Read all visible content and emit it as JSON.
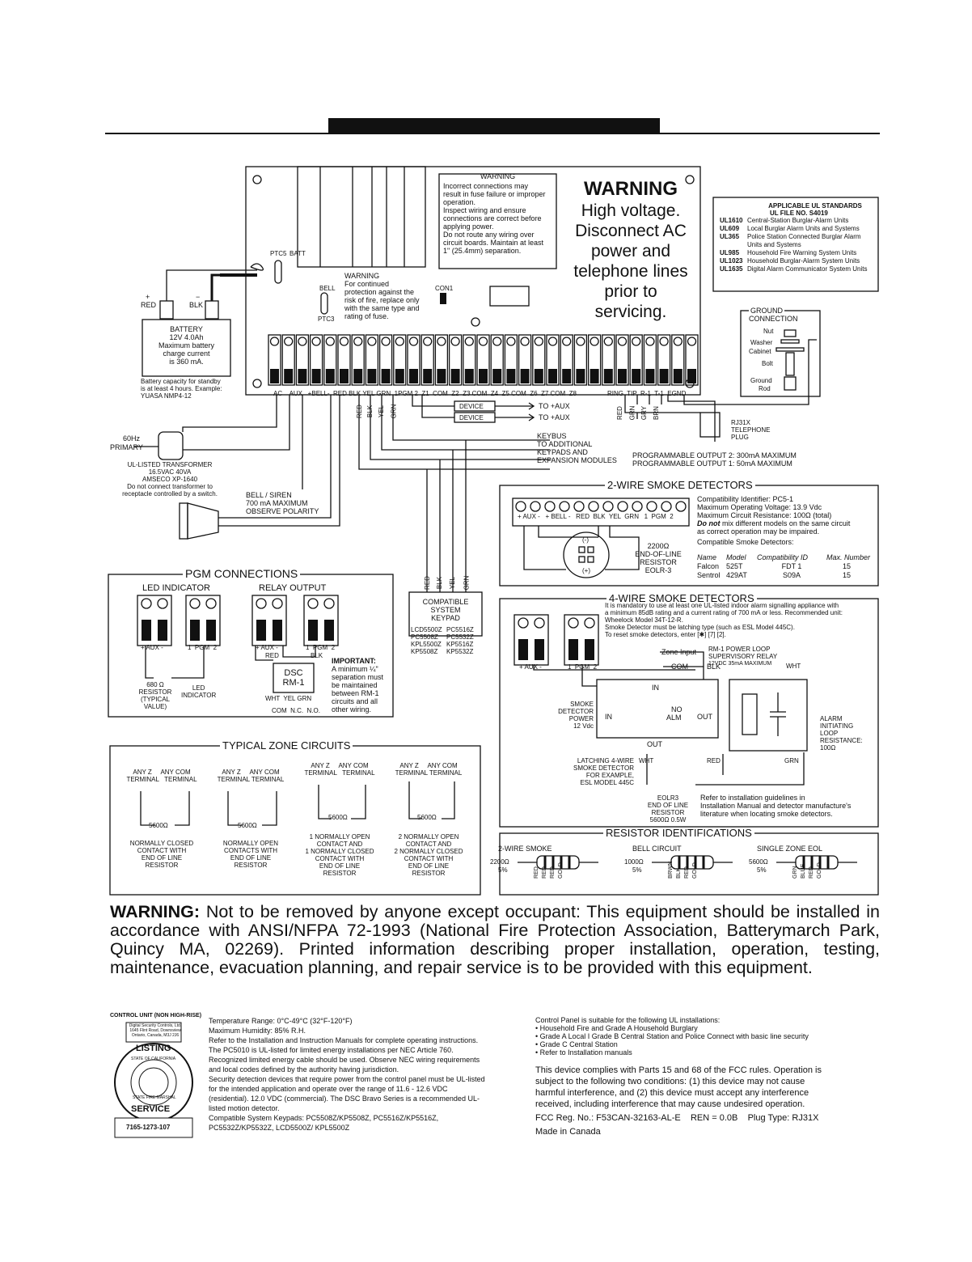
{
  "header": {
    "title_bar": ""
  },
  "panel": {
    "warning_small": {
      "title": "WARNING",
      "lines": [
        "Incorrect connections may",
        "result in fuse failure or improper",
        "operation.",
        "Inspect wiring and ensure",
        "connections are correct before",
        "applying power.",
        "Do not route any wiring over",
        "circuit boards. Maintain at least",
        "1\" (25.4mm) separation."
      ]
    },
    "warning_big": {
      "title": "WARNING",
      "lines": [
        "High voltage.",
        "Disconnect AC",
        "power and",
        "telephone lines",
        "prior to",
        "servicing."
      ]
    },
    "fuse_warning": {
      "title": "WARNING",
      "lines": [
        "For continued",
        "protection against the",
        "risk of fire, replace only",
        "with the same type and",
        "rating of fuse."
      ]
    },
    "labels": {
      "ptc5": "PTC5",
      "batt": "BATT",
      "bell": "BELL",
      "ptc3": "PTC3",
      "con1": "CON1"
    },
    "terminals_left": [
      "AC",
      "AUX",
      "+BELL-",
      "RED",
      "BLK",
      "YEL",
      "GRN",
      "PGM 1",
      "PGM 2",
      "Z1",
      "COM",
      "Z2",
      "Z3",
      "COM",
      "Z4",
      "Z5",
      "COM",
      "Z6",
      "Z7",
      "COM",
      "Z8"
    ],
    "terminal_label_line": "AC    AUX   +BELL-  RED BLK YEL GRN  1PGM 2  Z1  COM  Z2  Z3 COM  Z4  Z5 COM  Z6  Z7 COM  Z8",
    "terminals_right": "RING  TIP  R-1  T-1  EGND"
  },
  "ul_standards": {
    "title": "APPLICABLE UL STANDARDS",
    "file": "UL FILE NO. S4019",
    "rows": [
      {
        "code": "UL1610",
        "desc": "Central-Station Burglar-Alarm Units"
      },
      {
        "code": "UL609",
        "desc": "Local Burglar Alarm Units and Systems"
      },
      {
        "code": "UL365",
        "desc": "Police Station Connected Burglar Alarm"
      },
      {
        "code": "",
        "desc": "Units and Systems"
      },
      {
        "code": "UL985",
        "desc": "Household Fire Warning System Units"
      },
      {
        "code": "UL1023",
        "desc": "Household Burglar-Alarm System Units"
      },
      {
        "code": "UL1635",
        "desc": "Digital Alarm Communicator System Units"
      }
    ]
  },
  "ground": {
    "title": "GROUND",
    "subtitle": "CONNECTION",
    "parts": [
      "Nut",
      "Washer",
      "Cabinet",
      "Bolt",
      "Ground",
      "Rod"
    ]
  },
  "battery": {
    "red": "RED",
    "blk": "BLK",
    "plus": "+",
    "minus": "−",
    "box_lines": [
      "BATTERY",
      "12V  4.0Ah",
      "Maximum battery",
      "charge current",
      "is 360 mA."
    ],
    "note": [
      "Battery capacity for standby",
      "is at least 4 hours. Example:",
      "YUASA NMP4-12"
    ]
  },
  "devices": {
    "device": "DEVICE",
    "to_aux": "TO +AUX"
  },
  "telephone": [
    "RJ31X",
    "TELEPHONE",
    "PLUG"
  ],
  "telephone_wires": [
    "RED",
    "GRN",
    "GRY",
    "BRN"
  ],
  "keybus": [
    "KEYBUS",
    "TO ADDITIONAL",
    "KEYPADS AND",
    "EXPANSION MODULES"
  ],
  "prog_outputs": [
    "PROGRAMMABLE OUTPUT 2: 300mA MAXIMUM",
    "PROGRAMMABLE OUTPUT 1: 50mA MAXIMUM"
  ],
  "keybus_wires": [
    "RED",
    "BLK",
    "YEL",
    "GRN"
  ],
  "transformer": {
    "hz": "60Hz",
    "primary": "PRIMARY",
    "lines": [
      "UL-LISTED TRANSFORMER",
      "16.5VAC 40VA",
      "AMSECO XP-1640",
      "Do not connect transformer to",
      "receptacle controlled by a switch."
    ]
  },
  "bell": [
    "BELL / SIREN",
    "700 mA MAXIMUM",
    "OBSERVE POLARITY"
  ],
  "pgm": {
    "title": "PGM CONNECTIONS",
    "led": "LED INDICATOR",
    "relay": "RELAY OUTPUT",
    "aux": "+ AUX -",
    "pgm12": "1  PGM  2",
    "resistor": [
      "680 Ω",
      "RESISTOR",
      "(TYPICAL VALUE)"
    ],
    "led_ind": [
      "LED",
      "INDICATOR"
    ],
    "red": "RED",
    "blk": "BLK",
    "dsc": [
      "DSC",
      "RM-1"
    ],
    "relay_wires": "WHT  YEL GRN",
    "relay_contacts": "COM  N.C.  N.O.",
    "important": [
      "IMPORTANT:",
      "A minimum ¼\"",
      "separation must",
      "be maintained",
      "between RM-1",
      "circuits and all",
      "other wiring."
    ]
  },
  "keypad": {
    "title": [
      "COMPATIBLE",
      "SYSTEM",
      "KEYPAD"
    ],
    "models": [
      [
        "LCD5500Z",
        "PC5516Z"
      ],
      [
        "PC5508Z",
        "PC5532Z"
      ],
      [
        "KPL5500Z",
        "KP5516Z"
      ],
      [
        "KP5508Z",
        "KP5532Z"
      ]
    ],
    "wires": [
      "RED",
      "BLK",
      "YEL",
      "GRN"
    ]
  },
  "two_wire": {
    "title": "2-WIRE SMOKE DETECTORS",
    "terminal_labels": "+ AUX -   + BELL -   RED  BLK  YEL  GRN   1  PGM  2",
    "lines": [
      "Compatibility Identifier: PC5-1",
      "Maximum Operating Voltage: 13.9 Vdc",
      "Maximum Circuit Resistance: 100Ω (total)"
    ],
    "do_not_bold": "Do not",
    "do_not_rest": " mix different models on the same circuit",
    "do_not_2": "as correct operation may be impaired.",
    "compat_title": "Compatible Smoke Detectors:",
    "table_head": [
      "Name",
      "Model",
      "Compatibility ID",
      "Max. Number"
    ],
    "table_rows": [
      [
        "Falcon",
        "525T",
        "FDT 1",
        "15"
      ],
      [
        "Sentrol",
        "429AT",
        "S09A",
        "15"
      ]
    ],
    "resistor": [
      "2200Ω",
      "END-OF-LINE",
      "RESISTOR",
      "EOLR-3"
    ],
    "minus": "(-)",
    "plus": "(+)"
  },
  "four_wire": {
    "title": "4-WIRE SMOKE DETECTORS",
    "notes": [
      "It is mandatory to use at least one UL-listed indoor alarm signalling appliance with",
      "a minimum 85dB rating and a current rating of 700 mA or less. Recommended unit:",
      "Wheelock Model 34T-12-R.",
      "Smoke Detector must be latching type (such as ESL Model 445C).",
      "To reset smoke detectors, enter [✱] [7] [2]."
    ],
    "aux": "+ AUX -",
    "pgm": "1  PGM  2",
    "zone_input": "Zone Input",
    "com": "COM",
    "blk": "BLK",
    "wht": "WHT",
    "relay": [
      "RM-1 POWER LOOP",
      "SUPERVISORY RELAY"
    ],
    "relay_v": "12VDC 35mA MAXIMUM",
    "in": "IN",
    "out": "OUT",
    "no": "NO",
    "alm": "ALM",
    "power": [
      "SMOKE",
      "DETECTOR",
      "POWER",
      "12 Vdc"
    ],
    "latching": [
      "LATCHING 4-WIRE",
      "SMOKE DETECTOR",
      "FOR EXAMPLE,",
      "ESL MODEL 445C"
    ],
    "wht2": "WHT",
    "red": "RED",
    "grn": "GRN",
    "loop": [
      "ALARM",
      "INITIATING",
      "LOOP",
      "RESISTANCE:",
      "100Ω"
    ],
    "eolr": [
      "EOLR3",
      "END OF LINE",
      "RESISTOR",
      "5600Ω 0.5W"
    ],
    "refer": [
      "Refer to installation guidelines in",
      "Installation Manual and detector manufacture's",
      "literature when locating smoke detectors."
    ]
  },
  "zones": {
    "title": "TYPICAL ZONE CIRCUITS",
    "circuits": [
      {
        "head": [
          "ANY Z     ANY COM",
          "TERMINAL   TERMINAL"
        ],
        "value": "5600Ω",
        "desc": [
          "NORMALLY CLOSED",
          "CONTACT WITH",
          "END OF LINE",
          "RESISTOR"
        ]
      },
      {
        "head": [
          "ANY Z     ANY COM",
          "TERMINAL TERMINAL"
        ],
        "value": "5600Ω",
        "desc": [
          "NORMALLY OPEN",
          "CONTACTS WITH",
          "END OF LINE",
          "RESISTOR"
        ]
      },
      {
        "head": [
          "ANY Z     ANY COM",
          "TERMINAL   TERMINAL"
        ],
        "value": "5600Ω",
        "desc": [
          "1 NORMALLY OPEN",
          "CONTACT AND",
          "1 NORMALLY CLOSED",
          "CONTACT WITH",
          "END OF LINE",
          "RESISTOR"
        ]
      },
      {
        "head": [
          "ANY Z     ANY COM",
          "TERMINAL TERMINAL"
        ],
        "value": "5600Ω",
        "desc": [
          "2 NORMALLY OPEN",
          "CONTACT AND",
          "2 NORMALLY CLOSED",
          "CONTACT WITH",
          "END OF LINE",
          "RESISTOR"
        ]
      }
    ]
  },
  "resistors": {
    "title": "RESISTOR IDENTIFICATIONS",
    "items": [
      {
        "name": "2-WIRE SMOKE",
        "value": "2200Ω",
        "tol": "5%",
        "bands": [
          "RED",
          "RED",
          "RED",
          "GOLD"
        ]
      },
      {
        "name": "BELL CIRCUIT",
        "value": "1000Ω",
        "tol": "5%",
        "bands": [
          "BRWN",
          "BLK",
          "RED",
          "GOLD"
        ]
      },
      {
        "name": "SINGLE ZONE EOL",
        "value": "5600Ω",
        "tol": "5%",
        "bands": [
          "GRN",
          "BLUE",
          "RED",
          "GOLD"
        ]
      }
    ]
  },
  "bottom_warning": {
    "bold": "WARNING:",
    "text": " Not to be removed by anyone except occupant: This equipment should be installed in accordance with ANSI/NFPA 72-1993 (National Fire Protection Association, Batterymarch Park, Quincy MA, 02269). Printed information describing proper installation, operation, testing, maintenance, evacuation planning, and repair service is to be provided with this equipment."
  },
  "seal": {
    "top": "CONTROL UNIT (NON HIGH-RISE)",
    "company": [
      "Digital Security Controls, Ltd.",
      "1645 Flint Road, Downsview",
      "Ontario, Canada, M3J 2J6"
    ],
    "listing": "LISTING",
    "state": "STATE OF CALIFORNIA",
    "fire": "STATE FIRE MARSHAL",
    "service": "SERVICE",
    "number": "7165-1273-107"
  },
  "specs": [
    "Temperature Range:  0°C-49°C (32°F-120°F)",
    "Maximum Humidity:  85% R.H.",
    "Refer to the Installation and Instruction Manuals for complete operating instructions.",
    "The PC5010 is UL-listed for limited energy installations per NEC Article 760.",
    "Recognized limited energy cable should be used. Observe NEC wiring requirements",
    "and local codes defined by the authority having jurisdiction.",
    "Security detection devices that require power from the control panel must be UL-listed",
    "for the intended application and operate over the range of 11.6 - 12.6 VDC",
    "(residential). 12.0 VDC (commercial). The DSC Bravo Series is a recommended UL-",
    "listed motion detector.",
    "Compatible System Keypads: PC5508Z/KP5508Z, PC5516Z/KP5516Z,",
    "PC5532Z/KP5532Z, LCD5500Z/ KPL5500Z"
  ],
  "installations": {
    "intro": "Control Panel is suitable for the following UL installations:",
    "items": [
      "Household Fire and Grade A Household Burglary",
      "Grade A Local I Grade B Central Station and Police Connect with basic line security",
      "Grade C Central Station",
      "Refer to Installation manuals"
    ],
    "fcc": [
      "This device complies with Parts 15 and 68 of the FCC rules. Operation is",
      "subject to the following two conditions: (1) this device may not cause",
      "harmful interference, and (2) this device must accept any interference",
      "received, including interference that may cause undesired operation."
    ],
    "reg": "FCC Reg. No.: F53CAN-32163-AL-E    REN = 0.0B    Plug Type: RJ31X",
    "made": "Made in Canada"
  }
}
